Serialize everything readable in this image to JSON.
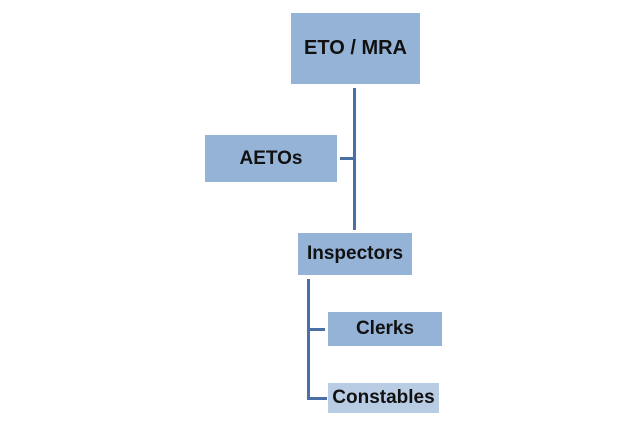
{
  "diagram": {
    "nodes": {
      "top": "ETO / MRA",
      "aetos": "AETOs",
      "inspectors": "Inspectors",
      "clerks": "Clerks",
      "constables": "Constables"
    },
    "colors": {
      "box": "#95b3d7",
      "box_light": "#b8cce4",
      "connector": "#4a6fa5"
    }
  }
}
